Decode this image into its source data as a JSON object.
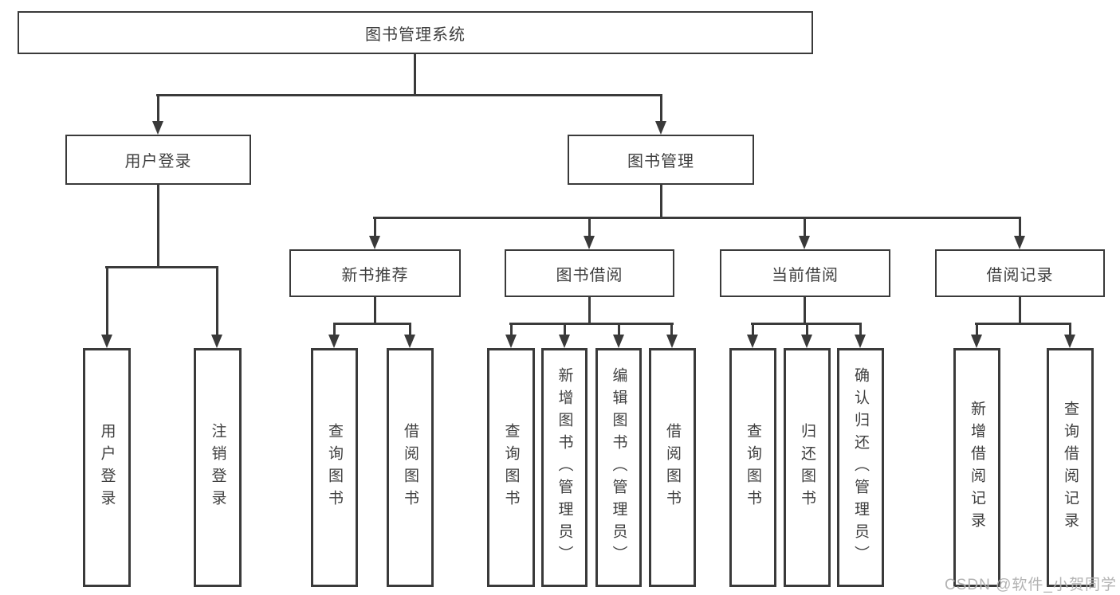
{
  "tree": {
    "label": "图书管理系统",
    "children": [
      {
        "label": "用户登录",
        "children": [
          {
            "label": "用户登录"
          },
          {
            "label": "注销登录"
          }
        ]
      },
      {
        "label": "图书管理",
        "children": [
          {
            "label": "新书推荐",
            "children": [
              {
                "label": "查询图书"
              },
              {
                "label": "借阅图书"
              }
            ]
          },
          {
            "label": "图书借阅",
            "children": [
              {
                "label": "查询图书"
              },
              {
                "label": "新增图书（管理员）"
              },
              {
                "label": "编辑图书（管理员）"
              },
              {
                "label": "借阅图书"
              }
            ]
          },
          {
            "label": "当前借阅",
            "children": [
              {
                "label": "查询图书"
              },
              {
                "label": "归还图书"
              },
              {
                "label": "确认归还（管理员）"
              }
            ]
          },
          {
            "label": "借阅记录",
            "children": [
              {
                "label": "新增借阅记录"
              },
              {
                "label": "查询借阅记录"
              }
            ]
          }
        ]
      }
    ]
  },
  "watermark": {
    "text": "CSDN @软件_小贺同学"
  },
  "colors": {
    "line": "#3a3a3a",
    "text": "#3f3f3f",
    "background": "#ffffff",
    "watermark": "#acacac"
  }
}
